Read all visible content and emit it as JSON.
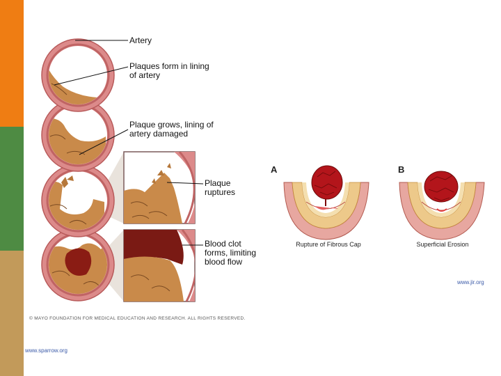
{
  "left_figure": {
    "labels": {
      "artery": "Artery",
      "plaques_form": "Plaques form in lining\nof artery",
      "plaque_grows": "Plaque grows, lining of\nartery damaged",
      "plaque_ruptures": "Plaque\nruptures",
      "blood_clot": "Blood clot\nforms, limiting\nblood flow"
    },
    "copyright": "© MAYO FOUNDATION FOR MEDICAL EDUCATION AND RESEARCH. ALL RIGHTS RESERVED."
  },
  "right_figure": {
    "panel_a": {
      "letter": "A",
      "caption": "Rupture of Fibrous Cap"
    },
    "panel_b": {
      "letter": "B",
      "caption": "Superficial Erosion"
    }
  },
  "credits": {
    "url_right": "www.jir.org",
    "url_left": "www.sparrow.org"
  },
  "colors": {
    "artery_wall": "#dc8a8a",
    "plaque": "#c98a4a",
    "clot": "#b3151b",
    "band_orange": "#ef7d13",
    "band_green": "#4e8b43",
    "band_tan": "#c29a5a"
  }
}
